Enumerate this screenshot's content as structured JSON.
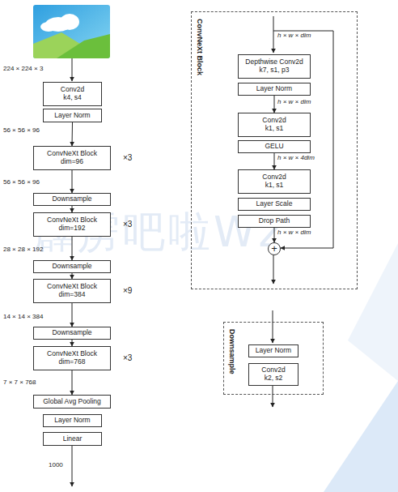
{
  "diagram": {
    "nodes": [
      {
        "text": [
          "Conv2d k4, s4"
        ]
      },
      {
        "text": [
          "Layer Norm"
        ]
      },
      {
        "text": [
          "ConvNeXt Block dim=96"
        ]
      },
      {
        "text": [
          "Downsample"
        ]
      },
      {
        "text": [
          "ConvNeXt Block dim=192"
        ]
      },
      {
        "text": [
          "Downsample"
        ]
      },
      {
        "text": [
          "ConvNeXt Block dim=384"
        ]
      },
      {
        "text": [
          "Downsample"
        ]
      },
      {
        "text": [
          "ConvNeXt Block dim=768"
        ]
      },
      {
        "text": [
          "Global Avg Pooling"
        ]
      },
      {
        "text": [
          "Layer Norm"
        ]
      },
      {
        "text": [
          "Linear"
        ]
      },
      {
        "text": [
          "ConvNeXt Block"
        ]
      },
      {
        "text": [
          "Depthwise Conv2d k7, s1, p3"
        ],
        "in": 12
      },
      {
        "text": [
          "Layer Norm"
        ],
        "in": 12
      },
      {
        "text": [
          "Conv2d k1, s1"
        ],
        "in": 12
      },
      {
        "text": [
          "GELU"
        ],
        "in": 12
      },
      {
        "text": [
          "Conv2d k1, s1"
        ],
        "in": 12
      },
      {
        "text": [
          "Layer Scale"
        ],
        "in": 12
      },
      {
        "text": [
          "Drop Path"
        ],
        "in": 12
      },
      {
        "text": [
          "+"
        ],
        "in": 12
      },
      {
        "text": [
          "Downsample"
        ]
      },
      {
        "text": [
          "Layer Norm"
        ],
        "in": 21
      },
      {
        "text": [
          "Conv2d k2, s2"
        ],
        "in": 21
      }
    ],
    "edges": [
      {
        "from": 1,
        "to": 2,
        "arrow": "to",
        "label": "56 × 56 × 96"
      },
      {
        "from": 2,
        "to": 3,
        "arrow": "to",
        "label": "56 × 56 × 96"
      },
      {
        "from": 3,
        "to": 4,
        "arrow": "to"
      },
      {
        "from": 4,
        "to": 5,
        "arrow": "to",
        "label": "28 × 28 × 192"
      },
      {
        "from": 5,
        "to": 6,
        "arrow": "to"
      },
      {
        "from": 6,
        "to": 7,
        "arrow": "to",
        "label": "14 × 14 × 384"
      },
      {
        "from": 7,
        "to": 8,
        "arrow": "to"
      },
      {
        "from": 8,
        "to": 9,
        "arrow": "to",
        "label": "7 × 7 × 768"
      },
      {
        "from": 14,
        "to": 15,
        "arrow": "to",
        "label": "h × w × dim"
      },
      {
        "from": 16,
        "to": 17,
        "arrow": "to",
        "label": "h × w × 4dim"
      },
      {
        "from": 19,
        "to": 20,
        "arrow": "to",
        "label": "h × w × dim"
      }
    ],
    "labels": [
      "224 × 224 × 3",
      "×3",
      "×3",
      "×9",
      "×3",
      "1000",
      "h × w × dim",
      "霹雳吧啦Wz"
    ]
  }
}
